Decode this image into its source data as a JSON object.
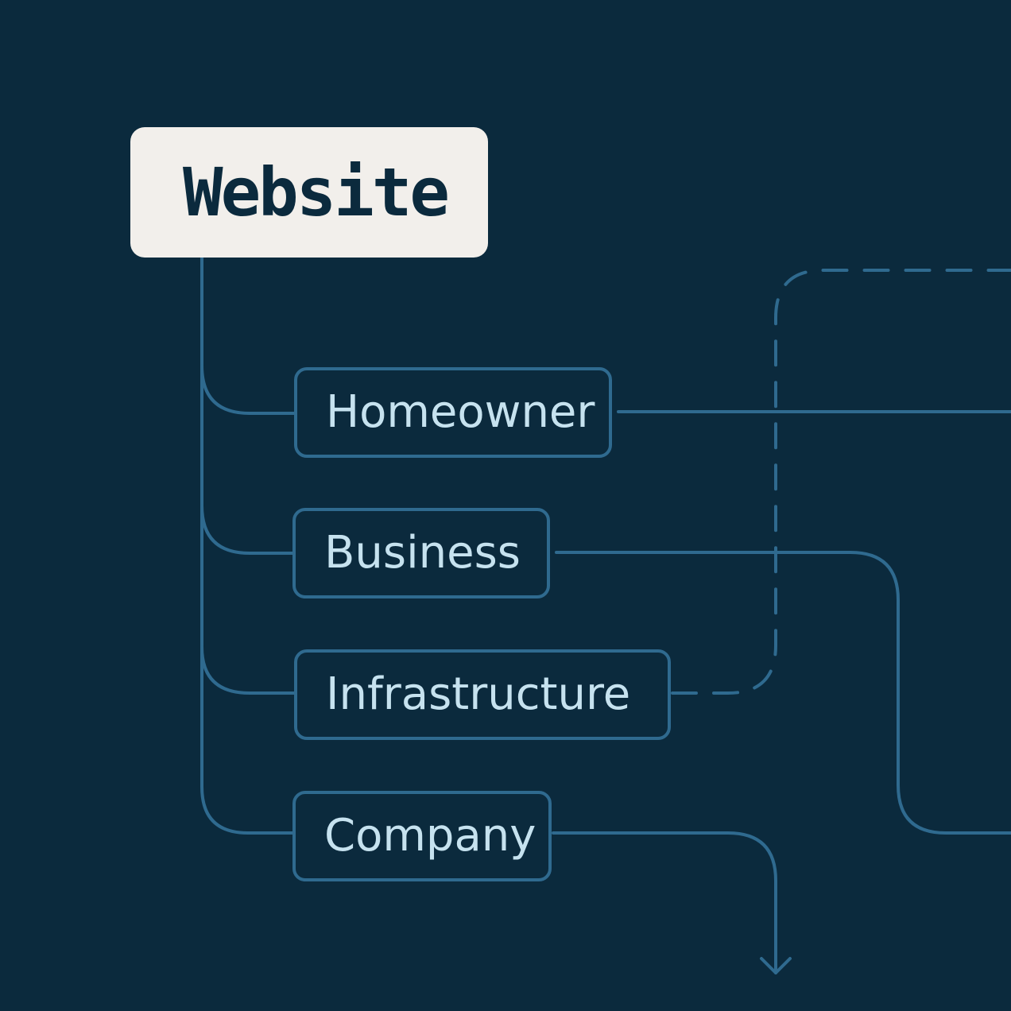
{
  "diagram": {
    "root": {
      "label": "Website"
    },
    "children": [
      {
        "id": "homeowner",
        "label": "Homeowner"
      },
      {
        "id": "business",
        "label": "Business"
      },
      {
        "id": "infrastructure",
        "label": "Infrastructure"
      },
      {
        "id": "company",
        "label": "Company"
      }
    ]
  },
  "colors": {
    "background": "#0b2a3d",
    "root_fill": "#f2efeb",
    "root_text": "#0b2a3d",
    "connector": "#2f6a8f",
    "child_text": "#c6e2ef"
  }
}
